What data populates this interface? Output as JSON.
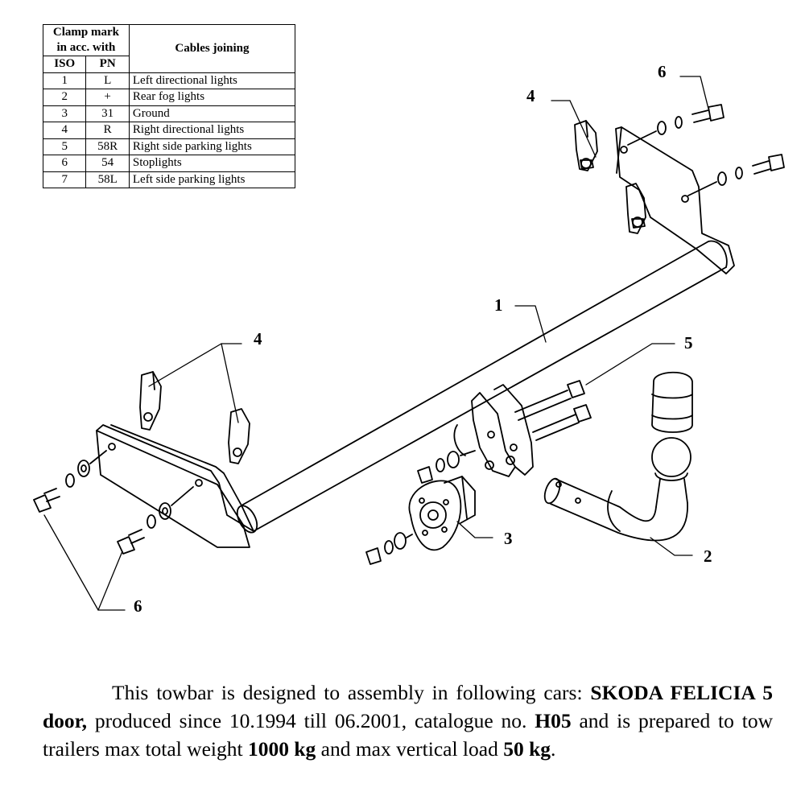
{
  "table": {
    "header_clamp": "Clamp mark in acc. with",
    "header_cables": "Cables joining",
    "header_iso": "ISO",
    "header_pn": "PN",
    "rows": [
      {
        "iso": "1",
        "pn": "L",
        "cable": "Left directional lights"
      },
      {
        "iso": "2",
        "pn": "+",
        "cable": "Rear fog lights"
      },
      {
        "iso": "3",
        "pn": "31",
        "cable": "Ground"
      },
      {
        "iso": "4",
        "pn": "R",
        "cable": "Right directional lights"
      },
      {
        "iso": "5",
        "pn": "58R",
        "cable": "Right side parking lights"
      },
      {
        "iso": "6",
        "pn": "54",
        "cable": "Stoplights"
      },
      {
        "iso": "7",
        "pn": "58L",
        "cable": "Left side parking lights"
      }
    ]
  },
  "callouts": {
    "crossbar": "1",
    "towball": "2",
    "socket_plate": "3",
    "bracket_top": "4",
    "bracket_left": "4",
    "ball_bolts": "5",
    "bolts_top": "6",
    "bolts_left": "6"
  },
  "description": {
    "p1": "This towbar is designed to assembly in following cars:",
    "car": "SKODA FELICIA 5 door,",
    "p2": " produced since 10.1994 till 06.2001, catalogue no. ",
    "catalogue": "H05",
    "p3": " and is prepared to tow trailers max total weight ",
    "weight": "1000 kg",
    "p4": " and max vertical load ",
    "vertical": "50 kg",
    "p5": "."
  }
}
